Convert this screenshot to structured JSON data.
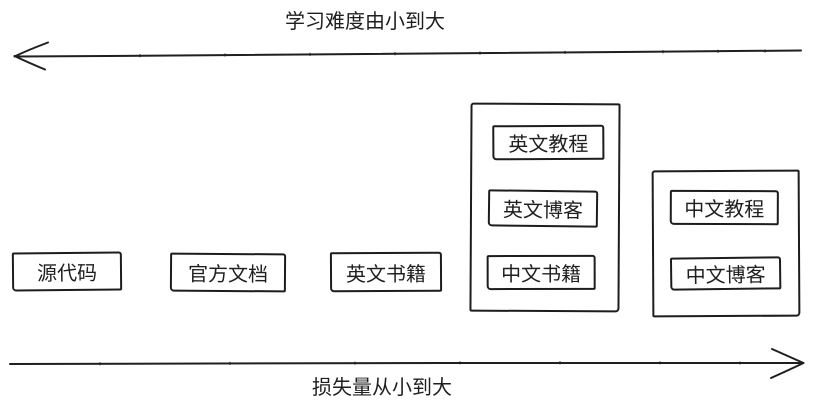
{
  "canvas": {
    "background": "#ffffff",
    "ink": "#1f1f1f"
  },
  "axes": {
    "top": {
      "label": "学习难度由小到大",
      "direction": "left"
    },
    "bottom": {
      "label": "损失量从小到大",
      "direction": "right"
    }
  },
  "boxes": [
    {
      "label": "源代码"
    },
    {
      "label": "官方文档"
    },
    {
      "label": "英文书籍"
    }
  ],
  "groups": [
    {
      "items": [
        {
          "label": "英文教程"
        },
        {
          "label": "英文博客"
        },
        {
          "label": "中文书籍"
        }
      ]
    },
    {
      "items": [
        {
          "label": "中文教程"
        },
        {
          "label": "中文博客"
        }
      ]
    }
  ]
}
